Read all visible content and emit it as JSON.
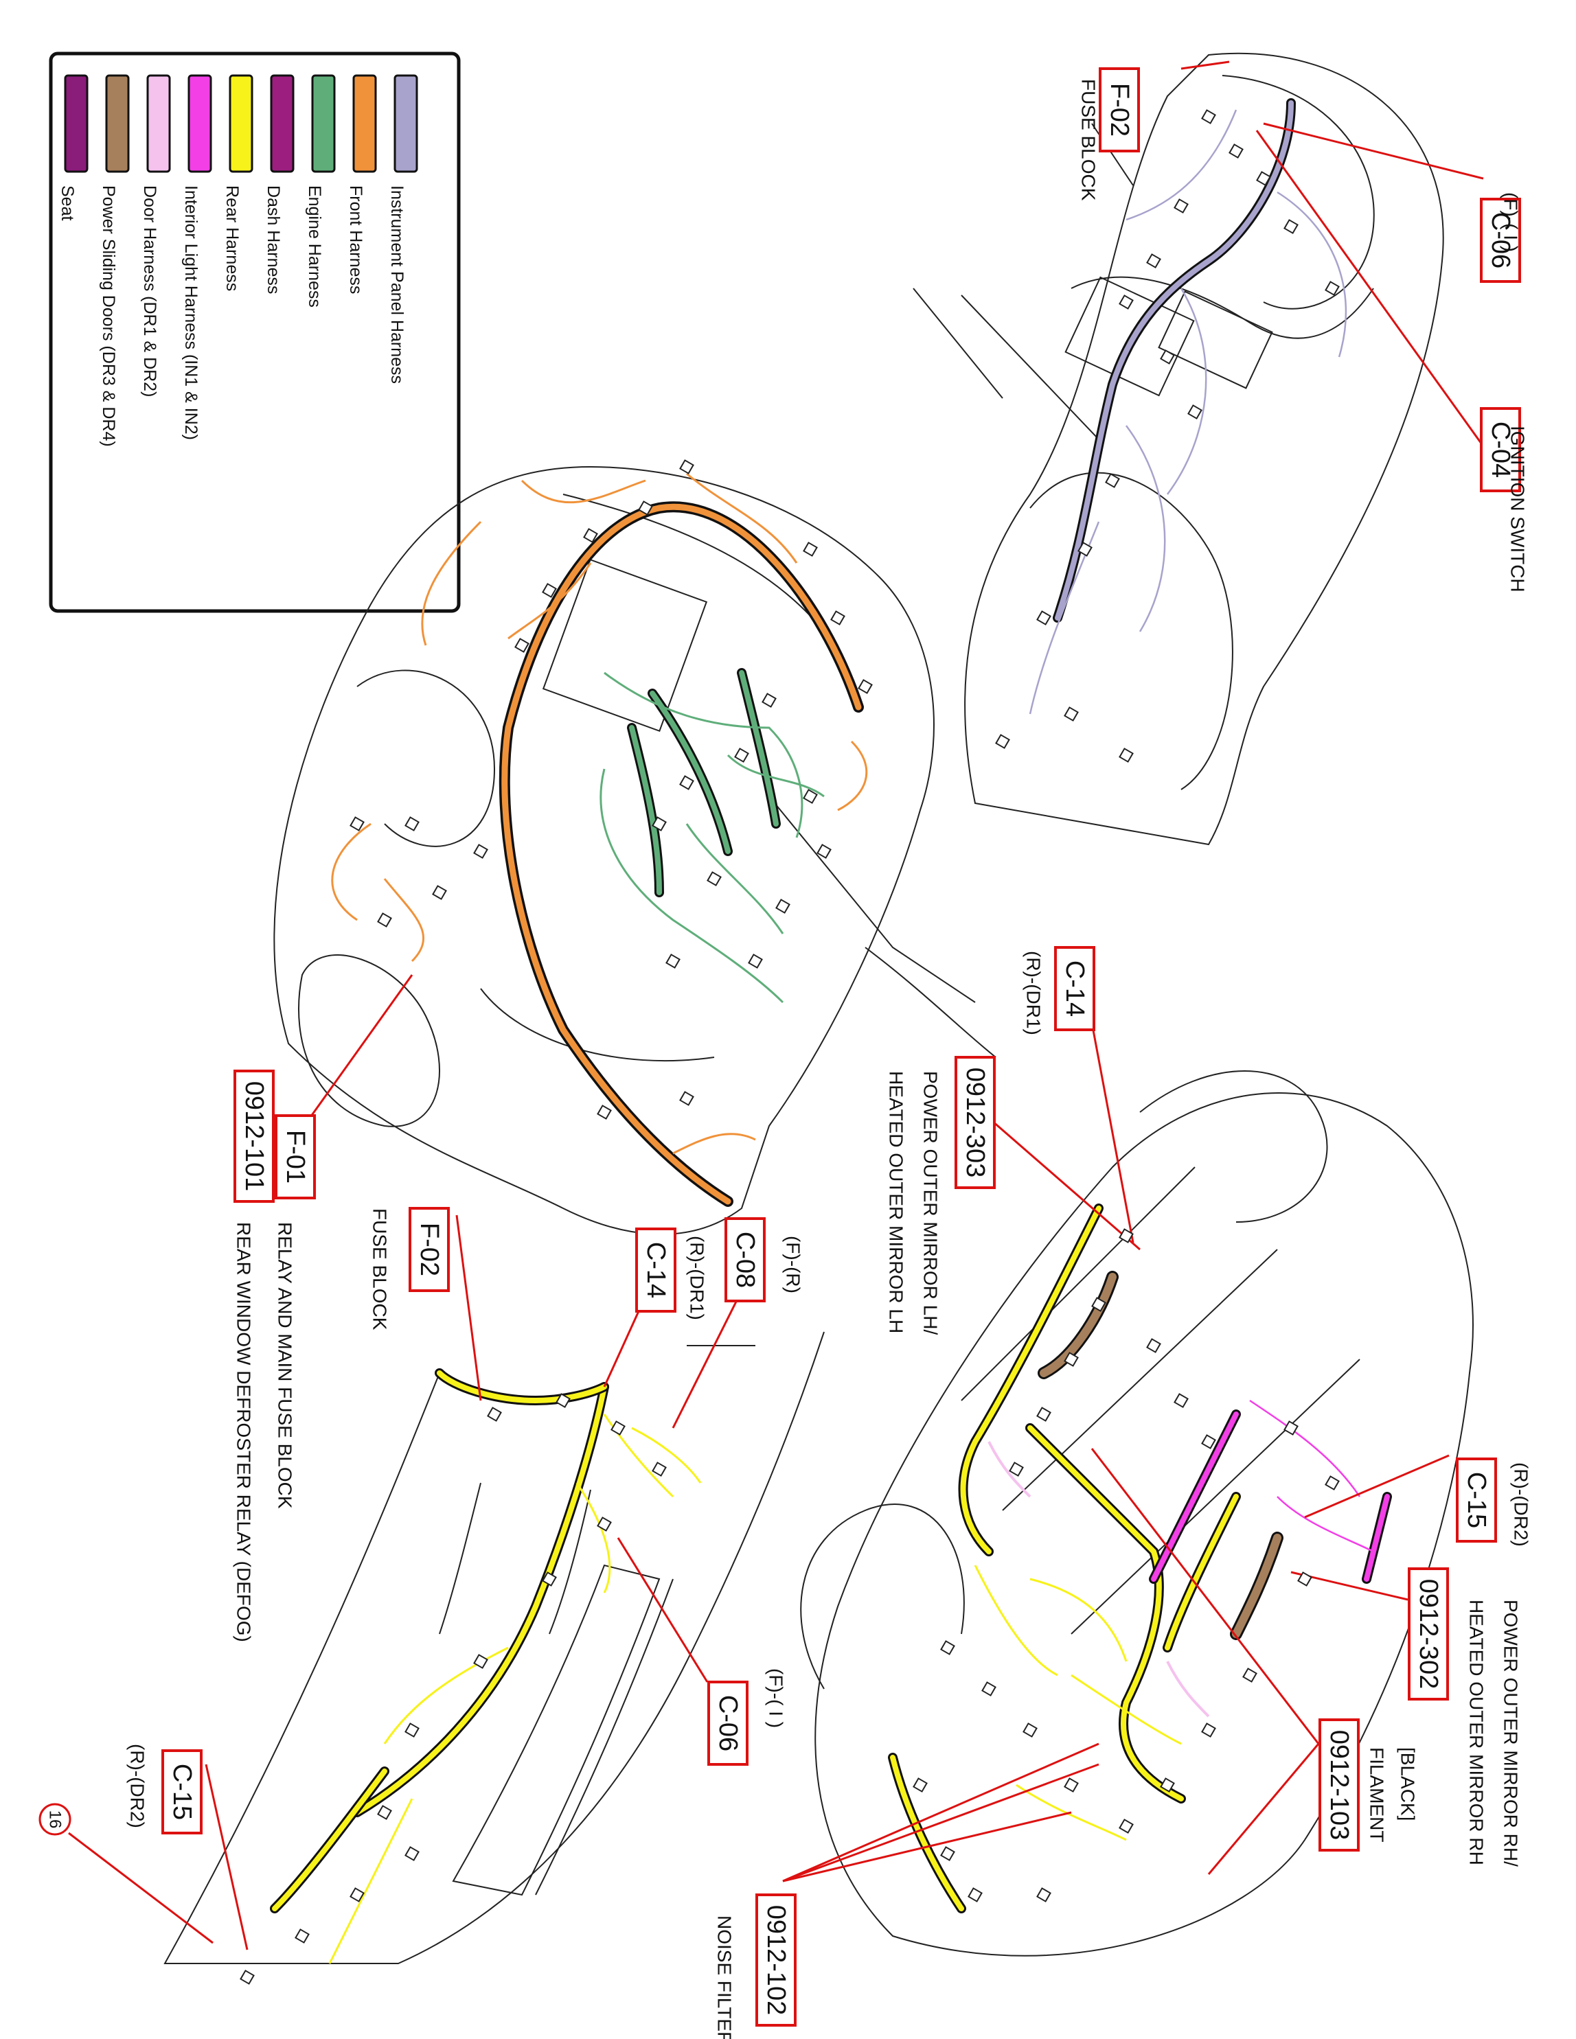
{
  "legend": {
    "items": [
      {
        "label": "Instrument Panel Harness",
        "color": "#a7a3cc"
      },
      {
        "label": "Front Harness",
        "color": "#f0923a"
      },
      {
        "label": "Engine Harness",
        "color": "#5fae7a"
      },
      {
        "label": "Dash Harness",
        "color": "#9c1f7f"
      },
      {
        "label": "Rear Harness",
        "color": "#f7f21a"
      },
      {
        "label": "Interior Light Harness (IN1 & IN2)",
        "color": "#f23fe6"
      },
      {
        "label": "Door Harness (DR1 & DR2)",
        "color": "#f5c2ee"
      },
      {
        "label": "Power Sliding Doors (DR3 & DR4)",
        "color": "#a6805c"
      },
      {
        "label": "Seat",
        "color": "#8a1c7a"
      }
    ]
  },
  "callouts": {
    "f02_top": "F-02",
    "c06_top": "C-06",
    "c04": "C-04",
    "f01": "F-01",
    "c0912_101": "0912-101",
    "f02_mid": "F-02",
    "c14_mid": "C-14",
    "c08": "C-08",
    "c06_mid": "C-06",
    "c15_bottom": "C-15",
    "c14_right": "C-14",
    "c0912_303": "0912-303",
    "c15_right": "C-15",
    "c0912_302": "0912-302",
    "c0912_103": "0912-103",
    "c0912_102": "0912-102",
    "ground_16": "16"
  },
  "labels": {
    "fuse_block_top": "FUSE BLOCK",
    "f_i_top": "(F)-( I )",
    "ignition_switch": "IGNITION SWITCH",
    "relay_main_fuse": "RELAY AND MAIN FUSE BLOCK",
    "rear_defroster": "REAR WINDOW DEFROSTER RELAY (DEFOG)",
    "fuse_block_mid": "FUSE BLOCK",
    "f_r": "(F)-(R)",
    "r_dr1_mid": "(R)-(DR1)",
    "f_i_mid": "(F)-( I )",
    "r_dr2_bottom": "(R)-(DR2)",
    "r_dr1_right": "(R)-(DR1)",
    "mirror_lh_1": "POWER OUTER MIRROR LH/",
    "mirror_lh_2": "HEATED OUTER MIRROR LH",
    "r_dr2_right": "(R)-(DR2)",
    "mirror_rh_1": "POWER OUTER MIRROR RH/",
    "mirror_rh_2": "HEATED OUTER MIRROR RH",
    "black_filament_1": "[BLACK]",
    "black_filament_2": "FILAMENT",
    "noise_filter": "NOISE FILTER"
  }
}
